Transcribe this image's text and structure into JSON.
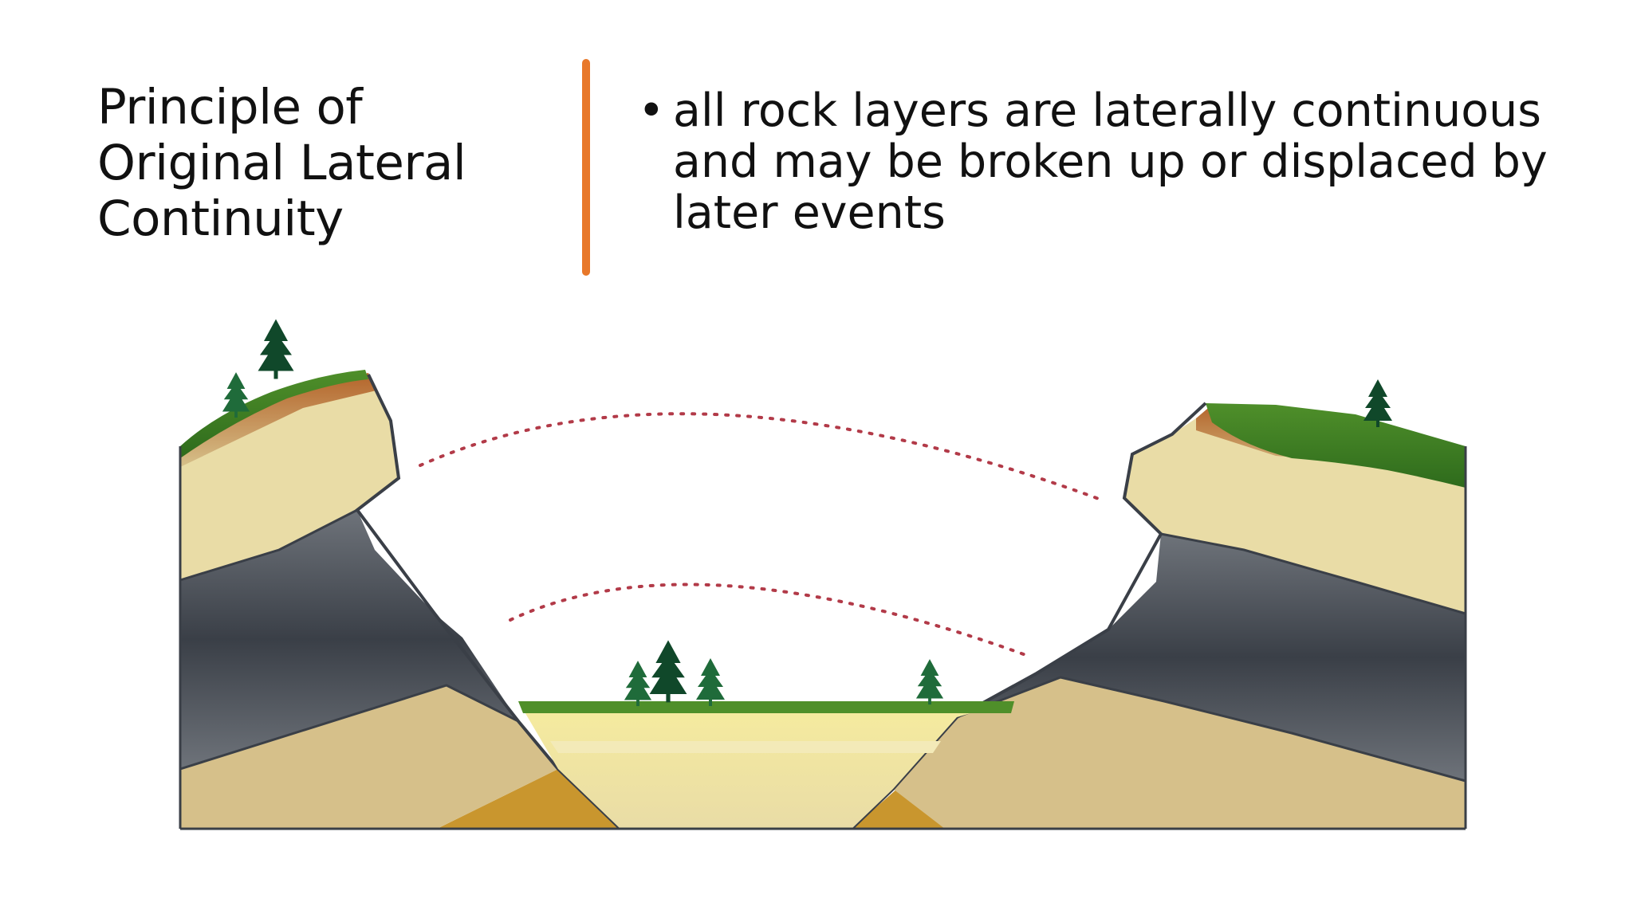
{
  "slide": {
    "title_lines": [
      "Principle of",
      "Original Lateral",
      "Continuity"
    ],
    "bullet": {
      "marker": "•",
      "lines": [
        "all rock layers are laterally continuous",
        "and may be broken up or displaced by",
        "later events"
      ]
    },
    "accent_color": "#e8782a"
  },
  "diagram": {
    "colors": {
      "grass": "#4f8f2a",
      "grass_dark": "#2e6b1c",
      "soil": "#b4642a",
      "sand": "#e9dca6",
      "sand_light": "#f3eab8",
      "shale": "#6e737a",
      "shale_dark": "#3a3f47",
      "tan": "#d6c08a",
      "ochre": "#c9962e",
      "valley_fill": "#f6ec9e",
      "tree": "#1f6b3a",
      "tree_dark": "#10482a",
      "connector": "#b23a48"
    },
    "trees": [
      "tree-icon",
      "tree-icon",
      "tree-icon",
      "tree-icon",
      "tree-icon",
      "tree-icon",
      "tree-icon"
    ]
  }
}
